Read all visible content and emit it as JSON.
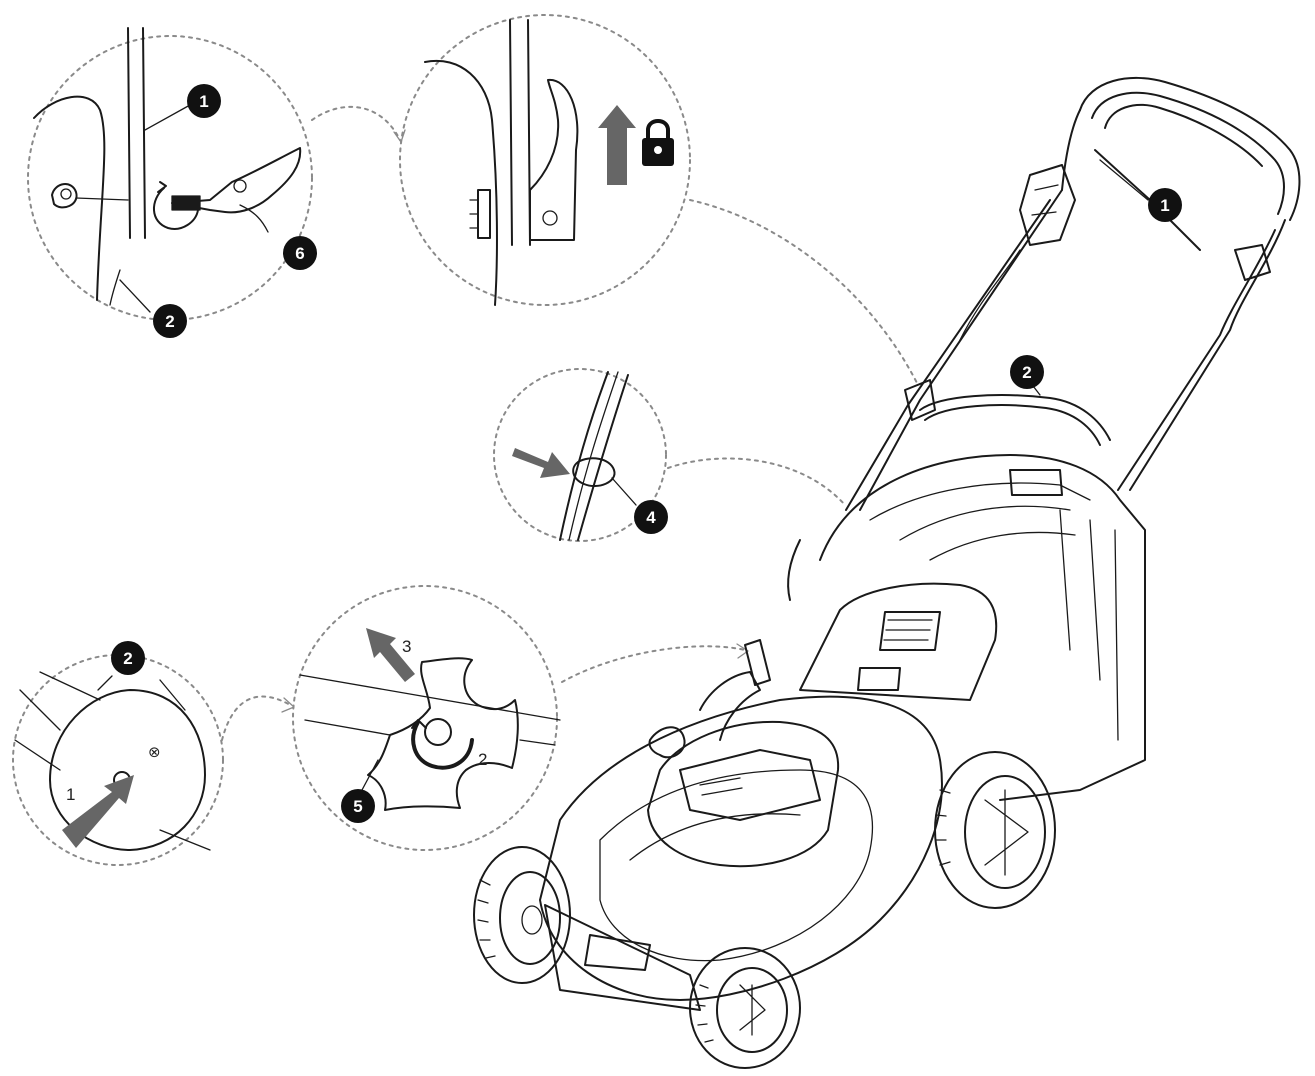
{
  "callouts": {
    "c1": "1",
    "c2": "2",
    "c6": "6",
    "c1b": "1",
    "c2b": "2",
    "c4": "4",
    "c2c": "2",
    "c5": "5"
  },
  "steps": {
    "s1": "1",
    "s3": "3",
    "s2": "2",
    "close_mark": "⊗"
  },
  "icons": {
    "lock": "lock-icon",
    "up_arrow": "arrow-up-icon"
  },
  "colors": {
    "callout_fill": "#111111",
    "arrow_fill": "#666666",
    "dashed_circle": "#8a8a8a"
  }
}
